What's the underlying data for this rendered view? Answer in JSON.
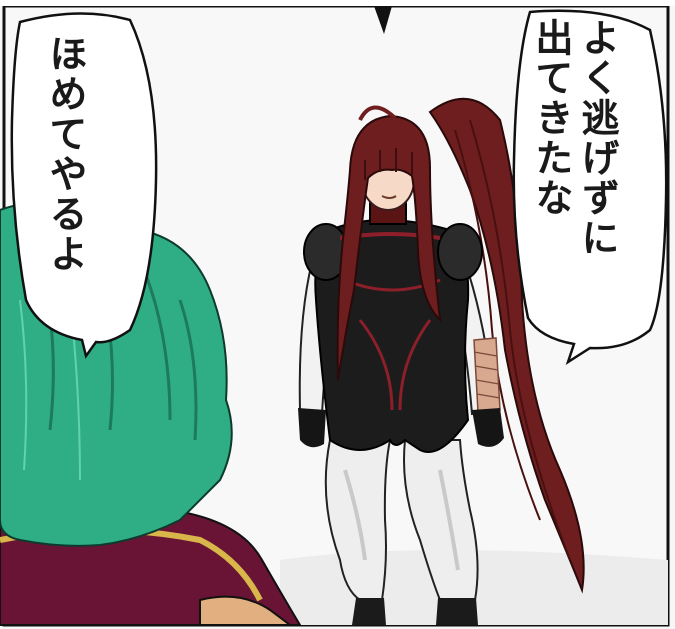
{
  "speech_right": {
    "line_1": "よく逃げずに",
    "line_2": "出てきたな"
  },
  "speech_left": {
    "line_1": "ほめてやるよ"
  },
  "colors": {
    "panel_border": "#111111",
    "bubble_fill": "#ffffff",
    "green_hair": "#2fae86",
    "red_hair": "#6e1e1e",
    "bodysuit": "#1c1c1c",
    "accent_red": "#8c1f2a",
    "tights": "#eeeeee",
    "maroon_outfit": "#6a1435",
    "gold_trim": "#d9b64a"
  }
}
